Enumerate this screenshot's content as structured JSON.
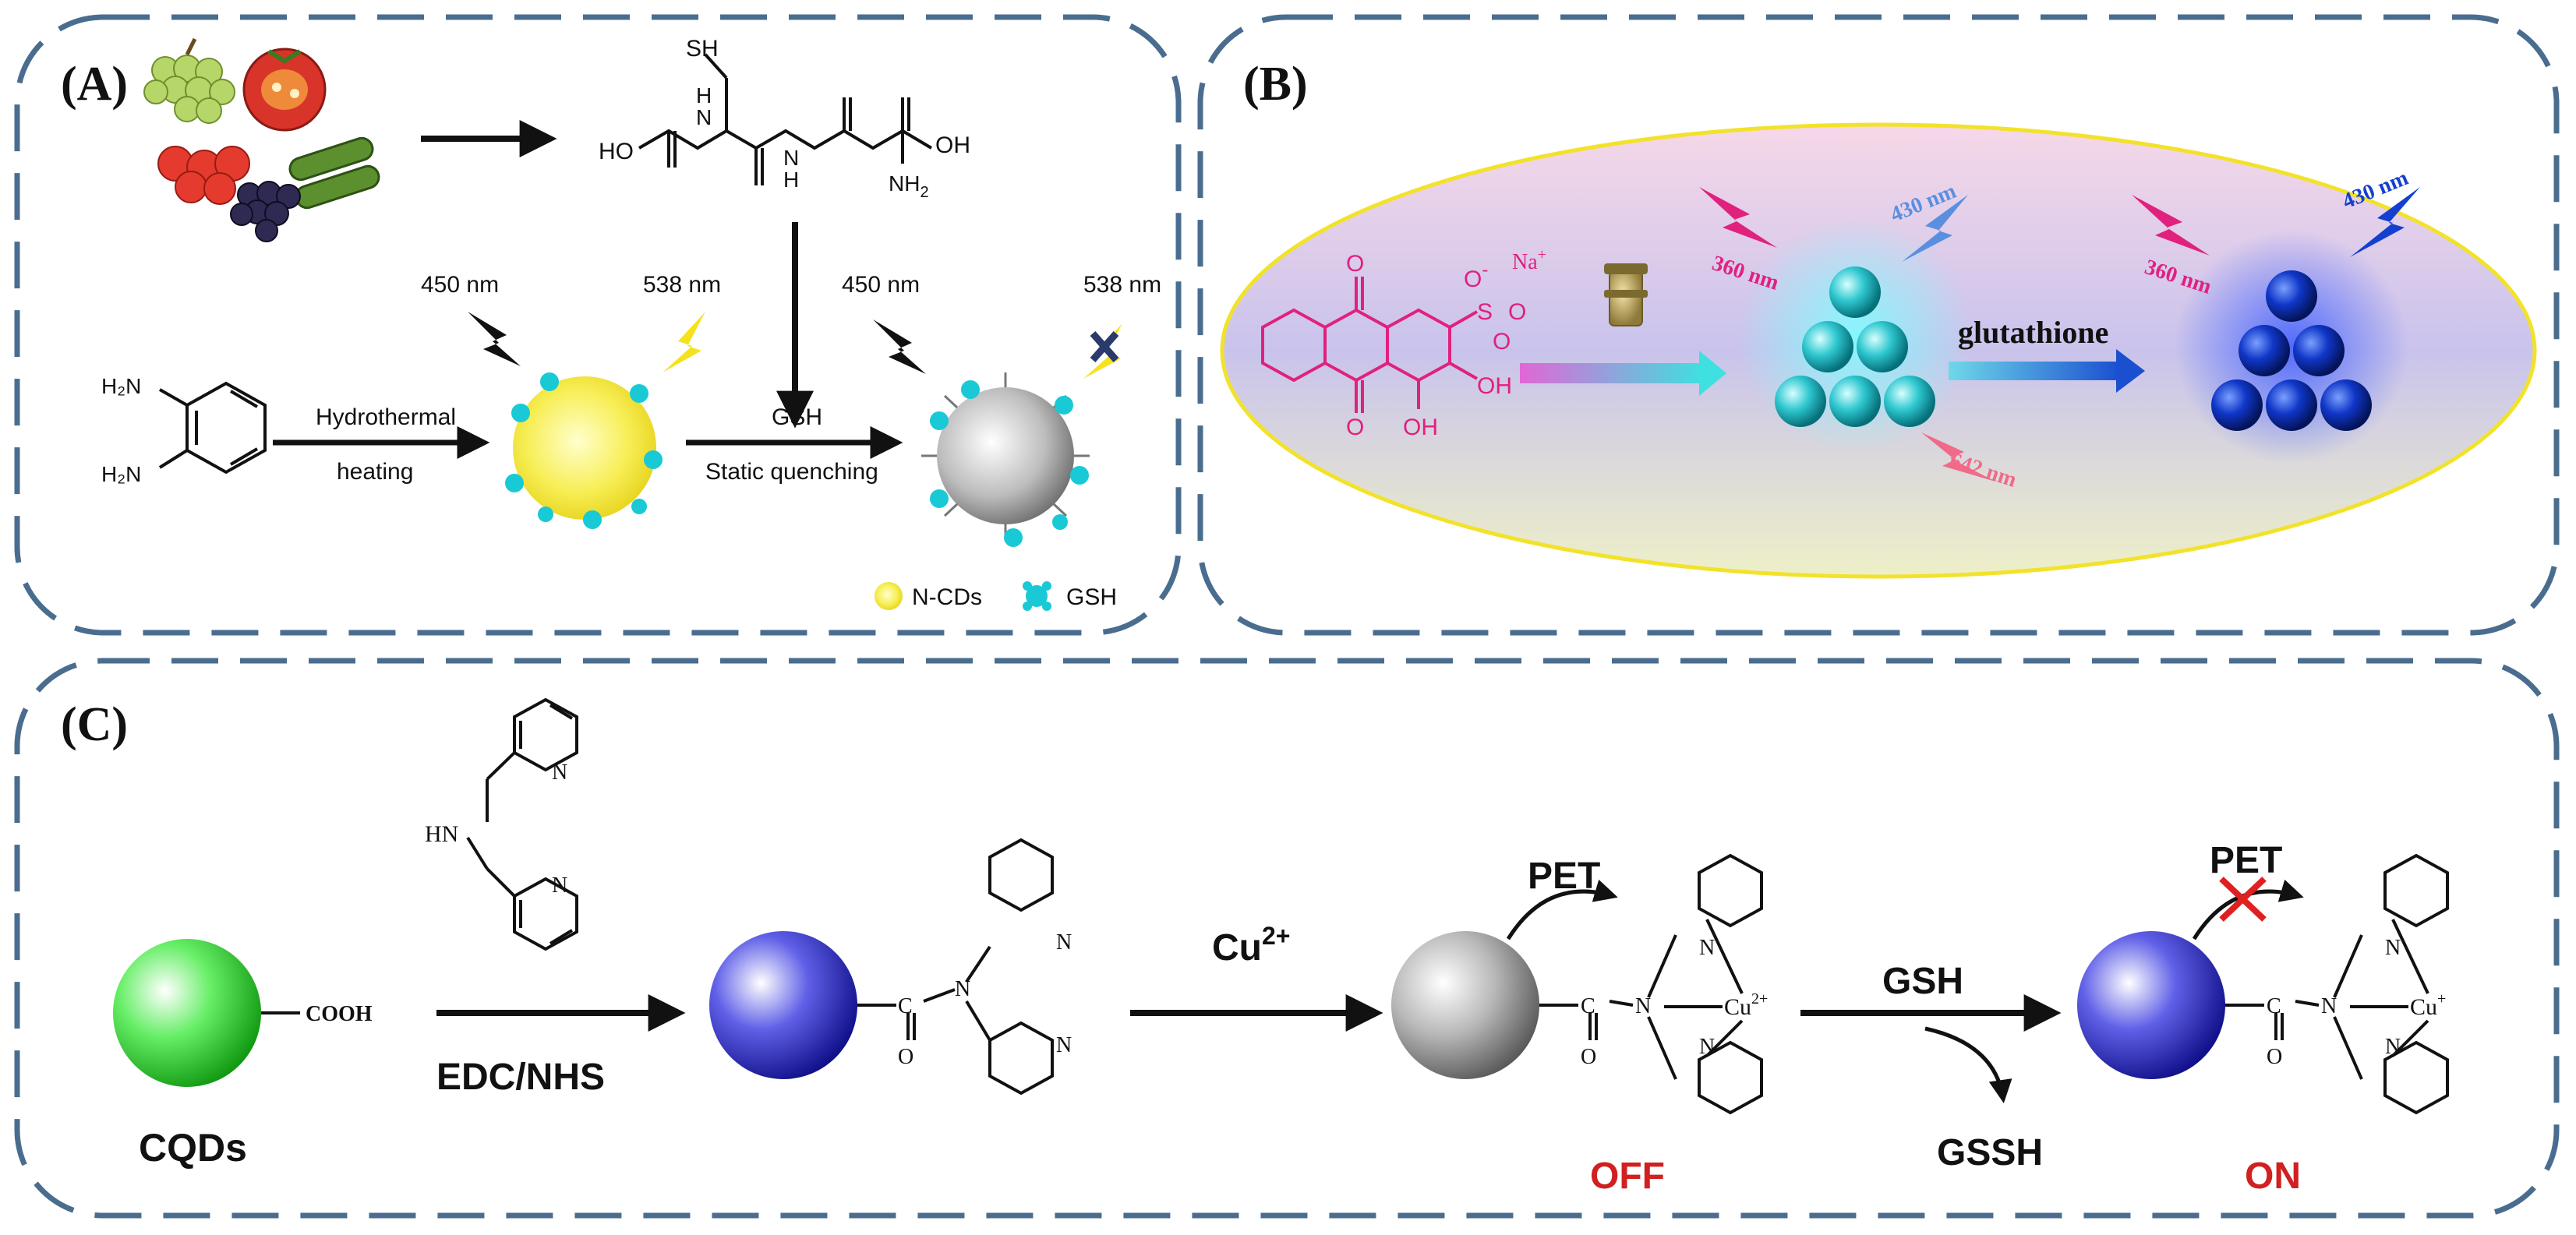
{
  "panel_a": {
    "label": "(A)",
    "glutathione_atoms": {
      "sh": "SH",
      "ho": "HO",
      "oh": "OH",
      "nh_left": "N",
      "h_left": "H",
      "nh_right": "N",
      "h_right": "H",
      "nh2": "NH",
      "nh2_sub": "2"
    },
    "opd_atoms": {
      "amine_top": "H₂N",
      "amine_bottom": "H₂N"
    },
    "arrow_hydrothermal_top": "Hydrothermal",
    "arrow_hydrothermal_bottom": "heating",
    "arrow_gsh_top": "GSH",
    "arrow_gsh_bottom": "Static quenching",
    "excitation_left": "450 nm",
    "emission_left": "538 nm",
    "excitation_right": "450 nm",
    "emission_right": "538 nm",
    "legend_ncds": "N-CDs",
    "legend_gsh": "GSH"
  },
  "panel_b": {
    "label": "(B)",
    "so3": "S",
    "o_top": "O",
    "o_right": "O",
    "o_minus": "O",
    "minus": "-",
    "na": "Na",
    "plus": "+",
    "oh": "OH",
    "o_low": "O",
    "oh_low": "OH",
    "ex1": "360 nm",
    "em1": "430 nm",
    "em2": "642 nm",
    "arrow_label": "glutathione",
    "ex2": "360 nm",
    "em3": "430 nm"
  },
  "panel_c": {
    "label": "(C)",
    "cqd_label": "CQDs",
    "cooh": "COOH",
    "reagent_hn": "HN",
    "reagent_n1": "N",
    "reagent_n2": "N",
    "edc_label": "EDC/NHS",
    "amide_c": "C",
    "amide_o": "O",
    "amide_n": "N",
    "py_n": "N",
    "cu_label": "Cu",
    "cu_sup": "2+",
    "pet": "PET",
    "complex_cu": "Cu",
    "complex_cu_sup": "2+",
    "gsh_label": "GSH",
    "gssh_label": "GSSH",
    "off_label": "OFF",
    "on_label": "ON",
    "pet2": "PET",
    "complex_cu_plus": "Cu",
    "complex_cu_plus_sup": "+"
  },
  "colors": {
    "frame": "#4a6d8f",
    "off_on": "#d02020",
    "magenta": "#e0217d",
    "blue_light": "#5a8fe0",
    "blue_dark": "#1440d0",
    "pink": "#f06a8a",
    "cqd_green": "#33dd33",
    "cqd_blue": "#3030d0",
    "cqd_grey": "#9a9a9a"
  }
}
